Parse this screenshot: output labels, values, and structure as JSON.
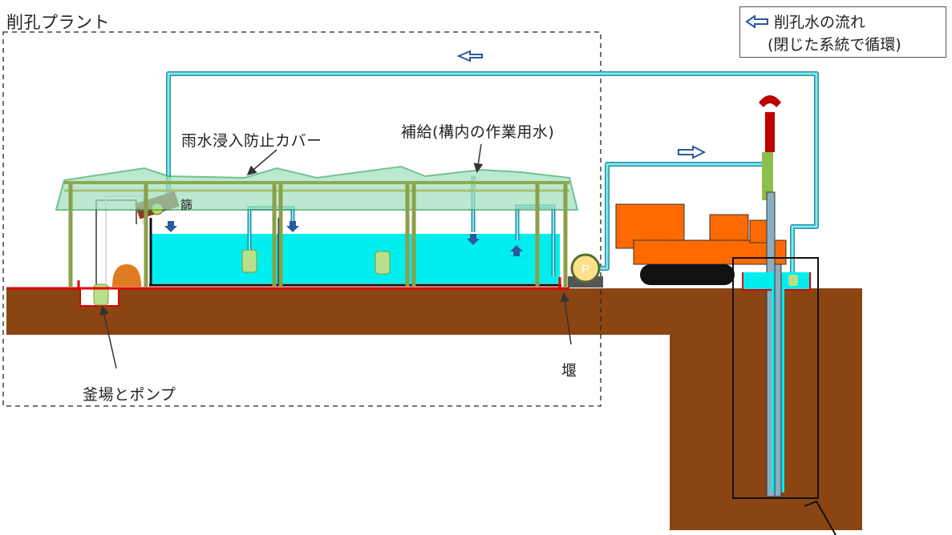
{
  "labels": {
    "plant_title": "削孔プラント",
    "rain_cover": "雨水浸入防止カバー",
    "supply": "補給(構内の作業用水)",
    "screen": "篩",
    "pit_pump": "釜場とポンプ",
    "weir": "堰",
    "pump_letter": "P"
  },
  "legend": {
    "line1": "削孔水の流れ",
    "line2": "(閉じた系統で循環)",
    "arrow_icon": "left-arrow-icon"
  },
  "colors": {
    "ground": "#8b4513",
    "water": "#00eeee",
    "pipe": "#5ccfe0",
    "cover": "#7ed7a6",
    "frame": "#7a9a3a",
    "machine": "#ff6a00",
    "weir": "#e00000",
    "track": "#111111"
  }
}
